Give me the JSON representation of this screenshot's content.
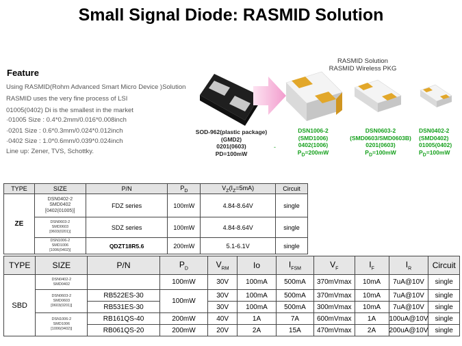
{
  "title": "Small Signal Diode: RASMID Solution",
  "feature": {
    "heading": "Feature",
    "lines": [
      "Using RASMID(Rohm Advanced Smart Micro Device )Solution",
      "RASMID uses the very fine process of LSI",
      " 01005(0402) Di is the smallest in the market",
      "·01005 Size  : 0.4*0.2mm/0.016*0.008inch",
      "·0201 Size  : 0.6*0.3mm/0.024*0.012inch",
      "·0402 Size  : 1.0*0.6mm/0.039*0.024inch",
      "   Line up: Zener, TVS, Schottky."
    ]
  },
  "packages": {
    "header_line1": "RASMID Solution",
    "header_line2": "RASMID Wireless PKG",
    "sod": [
      "SOD-962(plastic package)",
      "(GMD2)",
      "0201(0603)",
      "PD=100mW"
    ],
    "p1": [
      "DSN1006-2",
      "(SMD1006)",
      "0402(1006)",
      "P",
      "D",
      "=200mW"
    ],
    "p2": [
      "DSN0603-2",
      "(SMD0603/SMD0603B)",
      "0201(0603)",
      "P",
      "D",
      "=100mW"
    ],
    "p3": [
      "DSN0402-2",
      "(SMD0402)",
      "01005(0402)",
      "P",
      "D",
      "=100mW"
    ],
    "dash": "-"
  },
  "ze_table": {
    "headers": {
      "type": "TYPE",
      "size": "SIZE",
      "pn": "P/N",
      "pd_main": "P",
      "pd_sub": "D",
      "vz_main": "V",
      "vz_sub": "Z",
      "vz_paren": "(I",
      "vz_paren_sub": "Z",
      "vz_end": "=5mA)",
      "circuit": "Circuit"
    },
    "type": "ZE",
    "rows": [
      {
        "size": [
          "DSN0402-2",
          "SMD0402",
          "[0402(01005)]"
        ],
        "pn": "FDZ series",
        "pd": "100mW",
        "vz": "4.84-8.64V",
        "circuit": "single"
      },
      {
        "size": [
          "DSN0603-2",
          "SMD0603",
          "[0603(0201)]"
        ],
        "pn": "SDZ series",
        "pd": "100mW",
        "vz": "4.84-8.64V",
        "circuit": "single"
      },
      {
        "size": [
          "DSN1006-2",
          "SMD1006",
          "[1006(0402)]"
        ],
        "pn": "QDZT18R5.6",
        "pd": "200mW",
        "vz": "5.1-6.1V",
        "circuit": "single"
      }
    ]
  },
  "sbd_table": {
    "headers": {
      "type": "TYPE",
      "size": "SIZE",
      "pn": "P/N",
      "pd": "P",
      "pd_sub": "D",
      "vrm": "V",
      "vrm_sub": "RM",
      "io": "Io",
      "ifsm": "I",
      "ifsm_sub": "FSM",
      "vf": "V",
      "vf_sub": "F",
      "if": "I",
      "if_sub": "F",
      "ir": "I",
      "ir_sub": "R",
      "circuit": "Circuit"
    },
    "type": "SBD",
    "size_groups": [
      [
        "DSN0402-2",
        "SMD0402"
      ],
      [
        "DSN0603-2",
        "SMD0603",
        "[0603(0201)]"
      ],
      [
        "DSN1006-2",
        "SMD1006",
        "[1006(0402)]"
      ]
    ],
    "rows": [
      {
        "pn": "",
        "pd": "100mW",
        "vrm": "30V",
        "io": "100mA",
        "ifsm": "500mA",
        "vf": "370mVmax",
        "if": "10mA",
        "ir": "7uA@10V",
        "circuit": "single"
      },
      {
        "pn": "RB522ES-30",
        "pd": "100mW",
        "vrm": "30V",
        "io": "100mA",
        "ifsm": "500mA",
        "vf": "370mVmax",
        "if": "10mA",
        "ir": "7uA@10V",
        "circuit": "single"
      },
      {
        "pn": "RB531ES-30",
        "pd": "",
        "vrm": "30V",
        "io": "100mA",
        "ifsm": "500mA",
        "vf": "300mVmax",
        "if": "10mA",
        "ir": "7uA@10V",
        "circuit": "single"
      },
      {
        "pn": "RB161QS-40",
        "pd": "200mW",
        "vrm": "40V",
        "io": "1A",
        "ifsm": "7A",
        "vf": "600mVmax",
        "if": "1A",
        "ir": "100uA@10V",
        "circuit": "single"
      },
      {
        "pn": "RB061QS-20",
        "pd": "200mW",
        "vrm": "20V",
        "io": "2A",
        "ifsm": "15A",
        "vf": "470mVmax",
        "if": "2A",
        "ir": "200uA@10V",
        "circuit": "single"
      }
    ]
  },
  "colors": {
    "green_caption": "#15a01c",
    "gold_terminal": "#e2a72a",
    "black_package": "#1f1f1f",
    "table_header_bg": "#e3e3e3",
    "arrow_pink": "#f6a9d4"
  }
}
